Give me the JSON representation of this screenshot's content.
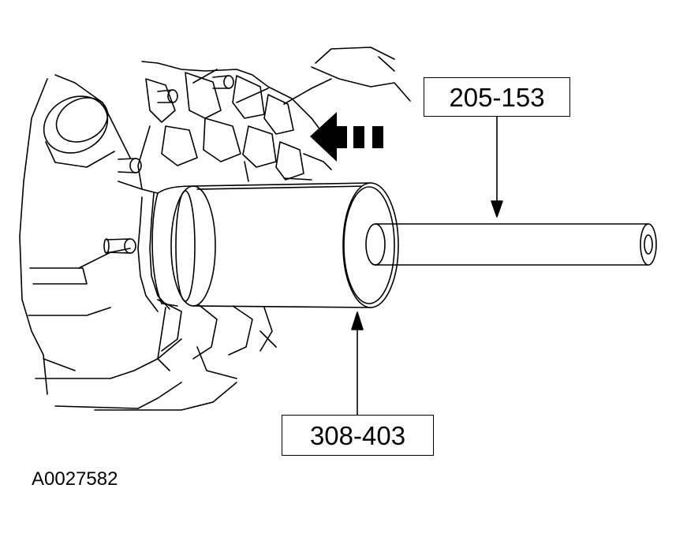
{
  "labels": {
    "tool_upper": "205-153",
    "tool_lower": "308-403"
  },
  "figure_id": "A0027582",
  "icons": {
    "direction_arrow": "arrow-left-icon"
  },
  "colors": {
    "ink": "#000000",
    "paper": "#ffffff"
  }
}
